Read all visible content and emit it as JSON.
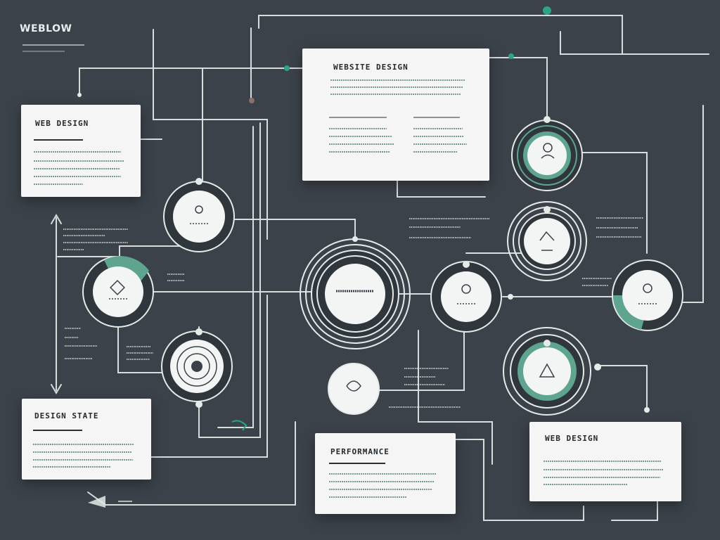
{
  "brand": {
    "logo_text": "WEBLOW"
  },
  "cards": {
    "website": {
      "title": "WEB DESIGN"
    },
    "top_center": {
      "title": "WEBSITE DESIGN"
    },
    "bottom_left": {
      "title": "DESIGN STATE"
    },
    "bottom_center": {
      "title": "PERFORMANCE"
    },
    "bottom_right": {
      "title": "WEB DESIGN"
    }
  },
  "colors": {
    "background": "#3b4249",
    "line": "#e6eae9",
    "accent_green": "#5fa48f",
    "accent_teal": "#2ea386",
    "card": "#f4f5f4"
  },
  "icons": [
    "person-icon",
    "link-icon",
    "target-icon",
    "diamond-icon",
    "triangle-icon",
    "lightbulb-icon",
    "loop-icon",
    "double-arrow-icon"
  ]
}
